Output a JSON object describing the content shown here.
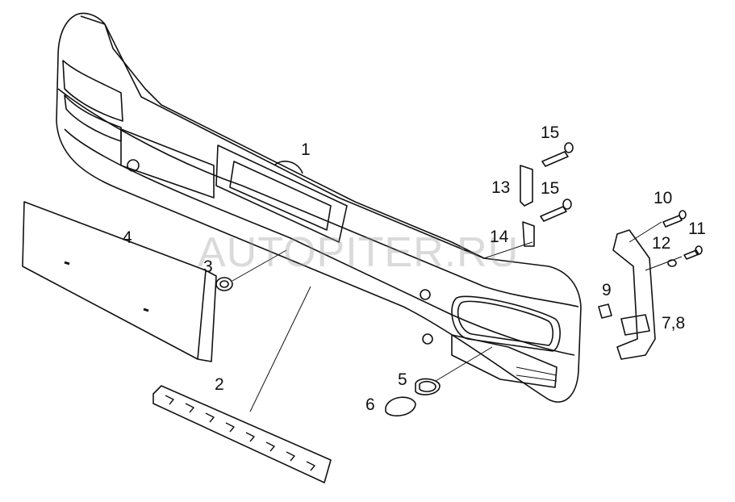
{
  "watermark": "AUTOPITER.RU",
  "callouts": {
    "c1": "1",
    "c2": "2",
    "c3": "3",
    "c4": "4",
    "c5": "5",
    "c6": "6",
    "c78": "7,8",
    "c9": "9",
    "c10": "10",
    "c11": "11",
    "c12": "12",
    "c13": "13",
    "c14": "14",
    "c15a": "15",
    "c15b": "15"
  }
}
